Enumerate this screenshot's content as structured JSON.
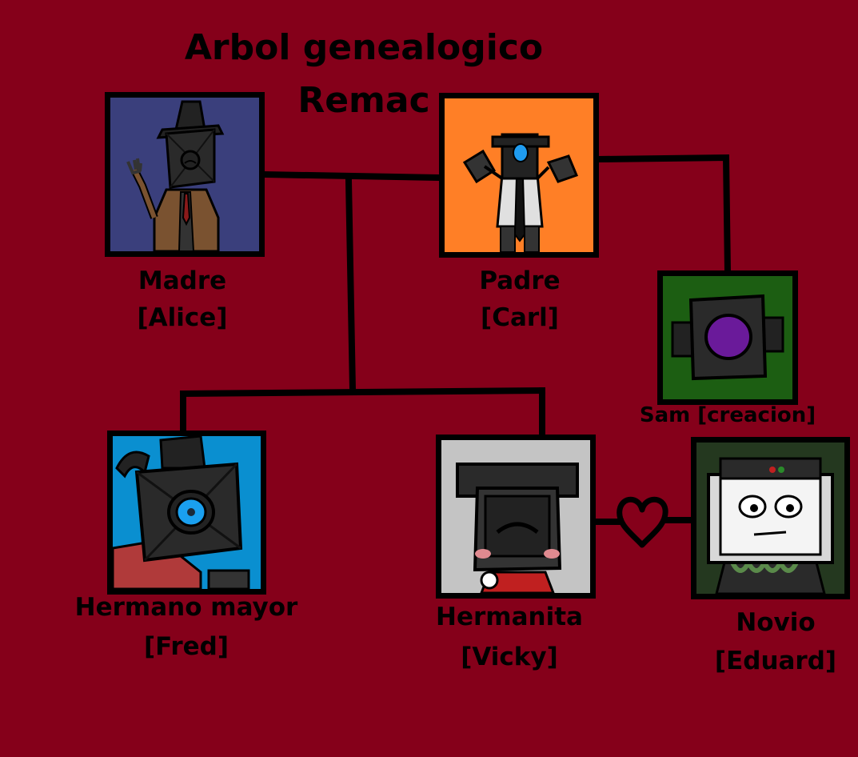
{
  "title": {
    "line1": "Arbol genealogico",
    "line2": "Remac"
  },
  "members": {
    "madre": {
      "role": "Madre",
      "name": "[Alice]",
      "bg": "#3a3f7c"
    },
    "padre": {
      "role": "Padre",
      "name": "[Carl]",
      "bg": "#ff7f26"
    },
    "sam": {
      "label": "Sam [creacion]",
      "bg": "#1c5e12"
    },
    "fred": {
      "role": "Hermano mayor",
      "name": "[Fred]",
      "bg": "#0a8fd0"
    },
    "vicky": {
      "role": "Hermanita",
      "name": "[Vicky]",
      "bg": "#c4c4c4"
    },
    "eduard": {
      "role": "Novio",
      "name": "[Eduard]",
      "bg": "#24381f"
    }
  },
  "icons": {
    "relationship": "heart-icon"
  },
  "colors": {
    "background": "#85001a",
    "lines": "#000000"
  }
}
